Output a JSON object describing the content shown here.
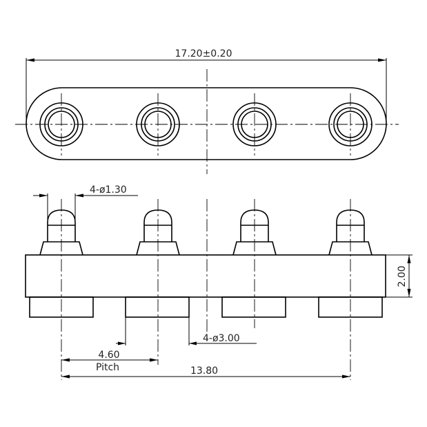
{
  "drawing": {
    "pin_count": 4,
    "dimensions": {
      "overall_length": "17.20±0.20",
      "pin_diameter": "4-ø1.30",
      "body_height": "2.00",
      "pitch": "4.60",
      "pitch_label": "Pitch",
      "barrel_diameter": "4-ø3.00",
      "span": "13.80"
    }
  }
}
